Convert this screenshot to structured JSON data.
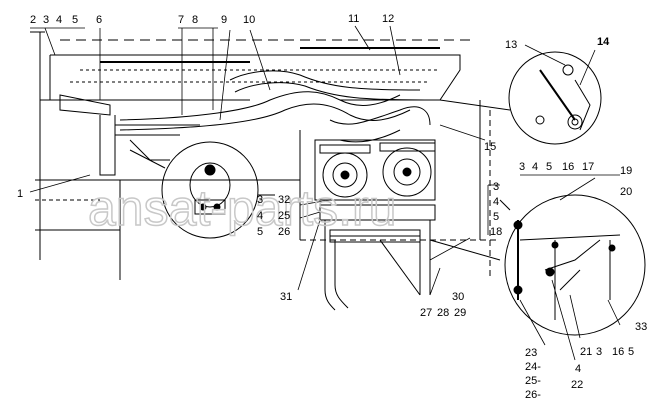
{
  "watermark": "ansat-parts.ru",
  "callouts": [
    {
      "id": "c2",
      "text": "2"
    },
    {
      "id": "c3a",
      "text": "3"
    },
    {
      "id": "c4a",
      "text": "4"
    },
    {
      "id": "c5a",
      "text": "5"
    },
    {
      "id": "c6",
      "text": "6"
    },
    {
      "id": "c7",
      "text": "7"
    },
    {
      "id": "c8",
      "text": "8"
    },
    {
      "id": "c9",
      "text": "9"
    },
    {
      "id": "c10",
      "text": "10"
    },
    {
      "id": "c11",
      "text": "11"
    },
    {
      "id": "c12",
      "text": "12"
    },
    {
      "id": "c13",
      "text": "13"
    },
    {
      "id": "c14",
      "text": "14"
    },
    {
      "id": "c15",
      "text": "15"
    },
    {
      "id": "c1",
      "text": "1"
    },
    {
      "id": "c3b",
      "text": "3"
    },
    {
      "id": "c4b",
      "text": "4"
    },
    {
      "id": "c5b",
      "text": "5"
    },
    {
      "id": "c32",
      "text": "32"
    },
    {
      "id": "c25",
      "text": "25"
    },
    {
      "id": "c26",
      "text": "26"
    },
    {
      "id": "c31",
      "text": "31"
    },
    {
      "id": "c3c",
      "text": "3"
    },
    {
      "id": "c4c",
      "text": "4"
    },
    {
      "id": "c5c",
      "text": "5"
    },
    {
      "id": "c18",
      "text": "18"
    },
    {
      "id": "c3d",
      "text": "3"
    },
    {
      "id": "c4d",
      "text": "4"
    },
    {
      "id": "c5d",
      "text": "5"
    },
    {
      "id": "c16a",
      "text": "16"
    },
    {
      "id": "c17",
      "text": "17"
    },
    {
      "id": "c19",
      "text": "19"
    },
    {
      "id": "c20",
      "text": "20"
    },
    {
      "id": "c30",
      "text": "30"
    },
    {
      "id": "c27",
      "text": "27"
    },
    {
      "id": "c28",
      "text": "28"
    },
    {
      "id": "c29",
      "text": "29"
    },
    {
      "id": "c33",
      "text": "33"
    },
    {
      "id": "c21",
      "text": "21"
    },
    {
      "id": "c3e",
      "text": "3"
    },
    {
      "id": "c16b",
      "text": "16"
    },
    {
      "id": "c5e",
      "text": "5"
    },
    {
      "id": "c23",
      "text": "23"
    },
    {
      "id": "c24",
      "text": "24-"
    },
    {
      "id": "c25b",
      "text": "25-"
    },
    {
      "id": "c26b",
      "text": "26-"
    },
    {
      "id": "c4e",
      "text": "4"
    },
    {
      "id": "c22",
      "text": "22"
    }
  ]
}
